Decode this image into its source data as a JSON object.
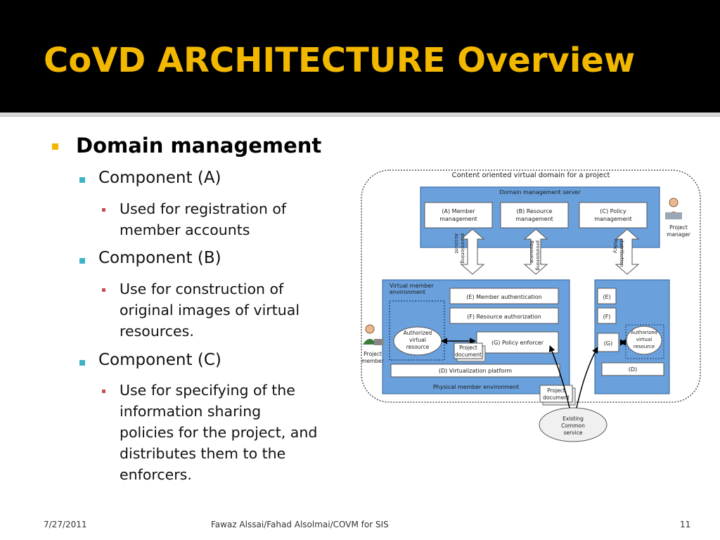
{
  "slide": {
    "title": "CoVD ARCHITECTURE Overview",
    "bullet_level1": "Domain management",
    "components": [
      {
        "label": "Component (A)",
        "detail_lines": [
          "Used for registration of",
          "member accounts"
        ]
      },
      {
        "label": "Component (B)",
        "detail_lines": [
          "Use for construction of",
          "original images of virtual",
          "resources."
        ]
      },
      {
        "label": "Component (C)",
        "detail_lines": [
          "Use for specifying of the",
          "information sharing",
          "policies for the project, and",
          "distributes them to the",
          "enforcers."
        ]
      }
    ]
  },
  "diagram": {
    "outer_title": "Content oriented virtual domain for a project",
    "server_title": "Domain management server",
    "server_boxes": [
      "(A) Member\nmanagement",
      "(B) Resource\nmanagement",
      "(C) Policy\nmanagement"
    ],
    "arrow_labels": [
      "Account\nprovisioning",
      "Resource\nprovisioning",
      "Policy\ndistribution"
    ],
    "virtual_env_title": "Virtual member\nenvironment",
    "member_auth": "(E) Member authentication",
    "resource_auth": "(F) Resource authorization",
    "policy_enforcer": "(G) Policy enforcer",
    "virtualization": "(D) Virtualization platform",
    "physical_env": "Physical member environment",
    "authorized_resource": "Authorized\nvirtual\nresource",
    "project_document": "Project\ndocument",
    "right_E": "(E)",
    "right_F": "(F)",
    "right_G": "(G)",
    "right_D": "(D)",
    "right_authorized_resource": "Authorized\nvirtual\nresource",
    "project_manager": "Project\nmanager",
    "project_member": "Project\nmember",
    "existing_service": "Existing\nCommon\nservice",
    "bottom_project_document": "Project\ndocument"
  },
  "footer": {
    "date": "7/27/2011",
    "authors": "Fawaz Alssai/Fahad Alsolmai/COVM for SIS",
    "page": "11"
  },
  "colors": {
    "title_bg": "#000000",
    "title_text": "#f2b800",
    "bullet1": "#f5b400",
    "bullet2": "#3db3c6",
    "bullet3": "#c0504d",
    "diagram_blue": "#5b9bd5"
  }
}
